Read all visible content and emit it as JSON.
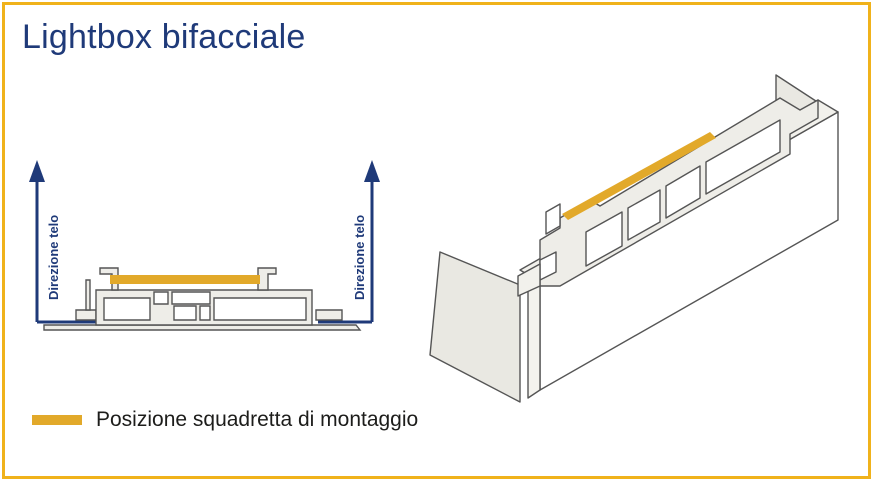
{
  "title": "Lightbox bifacciale",
  "labels": {
    "left_direction": "Direzione telo",
    "right_direction": "Direzione telo"
  },
  "legend": {
    "label": "Posizione squadretta di montaggio",
    "color": "#e2a92a"
  },
  "colors": {
    "border": "#f0b21b",
    "title": "#1f3a79",
    "arrow": "#1f3a79",
    "profile_fill": "#eeede8",
    "outline": "#555555"
  }
}
